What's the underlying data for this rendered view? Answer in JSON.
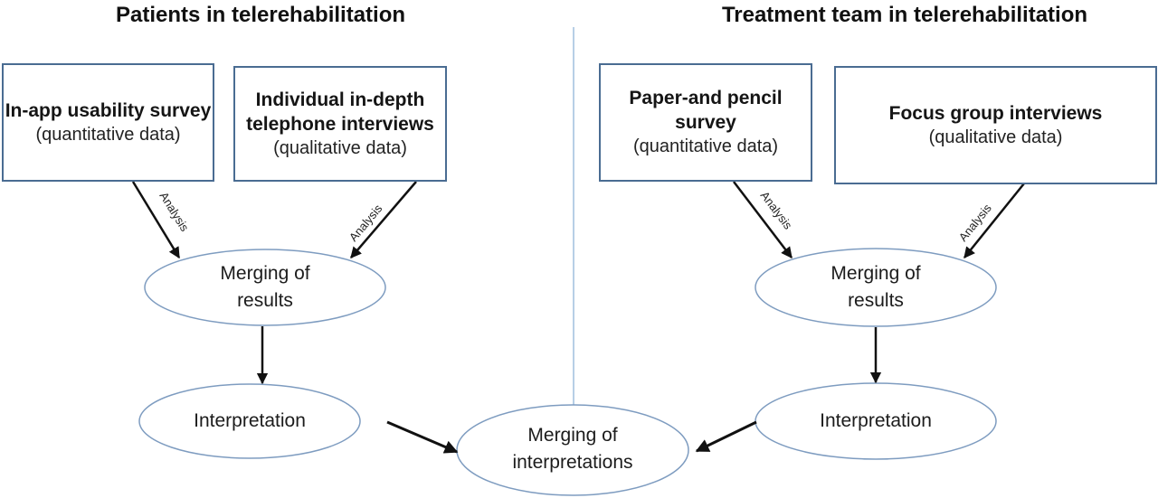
{
  "diagram": {
    "sections": [
      {
        "title": "Patients in telerehabilitation"
      },
      {
        "title": "Treatment team in telerehabilitation"
      }
    ],
    "boxes": [
      {
        "title_lines": [
          "In-app usability survey"
        ],
        "subtitle": "(quantitative data)"
      },
      {
        "title_lines": [
          "Individual in-depth",
          "telephone interviews"
        ],
        "subtitle": "(qualitative data)"
      },
      {
        "title_lines": [
          "Paper-and pencil",
          "survey"
        ],
        "subtitle": "(quantitative data)"
      },
      {
        "title_lines": [
          "Focus group interviews"
        ],
        "subtitle": "(qualitative data)"
      }
    ],
    "arrow_label": "Analysis",
    "nodes": [
      {
        "lines": [
          "Merging of",
          "results"
        ]
      },
      {
        "lines": [
          "Merging of",
          "results"
        ]
      },
      {
        "lines": [
          "Interpretation"
        ]
      },
      {
        "lines": [
          "Interpretation"
        ]
      },
      {
        "lines": [
          "Merging of",
          "interpretations"
        ]
      }
    ],
    "colors": {
      "box_border": "#4a6c92",
      "ellipse_border": "#7e9cc0",
      "divider": "#b7cfe6",
      "arrow": "#111111"
    }
  }
}
